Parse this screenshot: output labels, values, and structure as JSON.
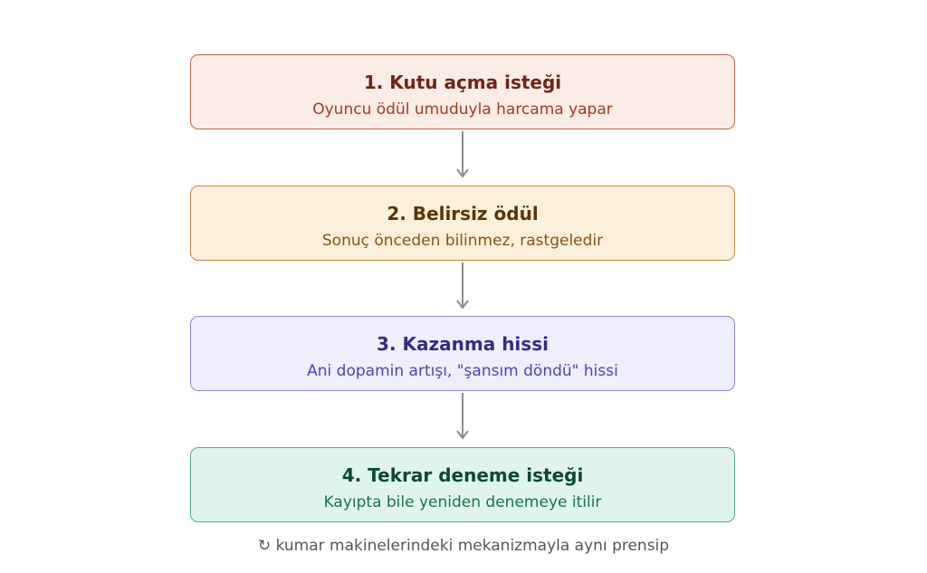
{
  "steps": [
    {
      "title": "1. Kutu açma isteği",
      "description": "Oyuncu ödül umuduyla harcama yapar"
    },
    {
      "title": "2. Belirsiz ödül",
      "description": "Sonuç önceden bilinmez, rastgeledir"
    },
    {
      "title": "3. Kazanma hissi",
      "description": "Ani dopamin artışı, \"şansım döndü\" hissi"
    },
    {
      "title": "4. Tekrar deneme isteği",
      "description": "Kayıpta bile yeniden denemeye itilir"
    }
  ],
  "footnote": {
    "icon": "loop-arrow-icon",
    "text": "kumar makinelerindeki mekanizmayla aynı prensip"
  },
  "colors": {
    "arrow": "#8c8c8c",
    "step1_fill": "#fbece6",
    "step2_fill": "#fcf0dc",
    "step3_fill": "#eeeefd",
    "step4_fill": "#e1f4ec"
  }
}
